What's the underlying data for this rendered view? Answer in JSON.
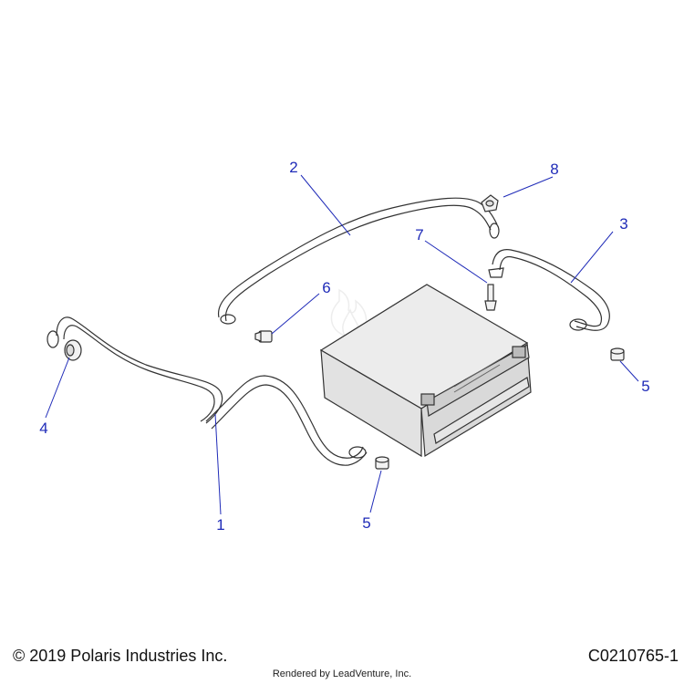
{
  "callouts": [
    "1",
    "2",
    "3",
    "4",
    "5",
    "5",
    "6",
    "7",
    "8"
  ],
  "footer": {
    "copyright": "© 2019 Polaris Industries Inc.",
    "drawing_id": "C0210765-1",
    "rendered_by": "Rendered by LeadVenture, Inc."
  },
  "colors": {
    "callout_text": "#1f2bb8",
    "leader_line": "#1f2bb8",
    "part_outline": "#333333"
  }
}
